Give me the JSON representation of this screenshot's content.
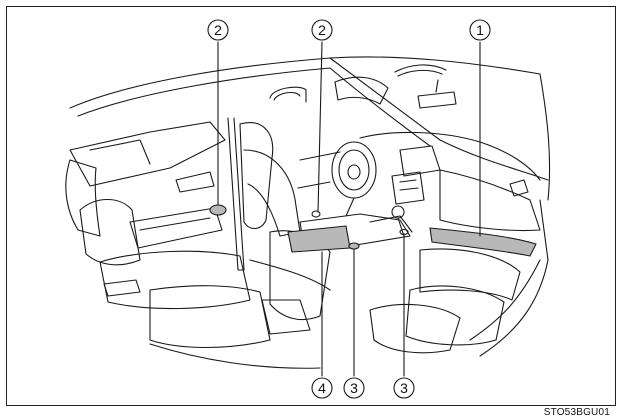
{
  "figure_code": "STO53BGU01",
  "callouts": {
    "c1": "1",
    "c2a": "2",
    "c2b": "2",
    "c3a": "3",
    "c3b": "3",
    "c4": "4"
  },
  "colors": {
    "line": "#1a1a1a",
    "highlight": "#b8b8b8",
    "background": "#ffffff"
  }
}
